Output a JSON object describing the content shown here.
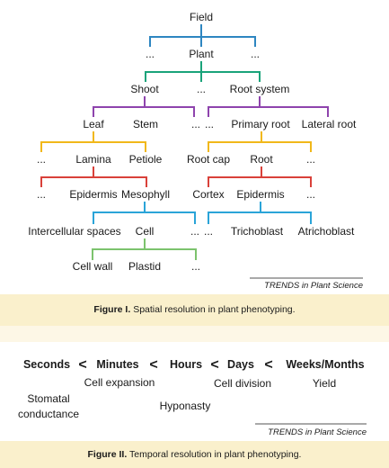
{
  "figure1": {
    "nodes": {
      "field": "Field",
      "plant_left": "...",
      "plant": "Plant",
      "plant_right": "...",
      "shoot": "Shoot",
      "plant_mid": "...",
      "root_system": "Root system",
      "leaf": "Leaf",
      "stem": "Stem",
      "shoot_extra": "...",
      "root_extra": "...",
      "primary_root": "Primary root",
      "lateral_root": "Lateral root",
      "leaf_left": "...",
      "lamina": "Lamina",
      "petiole": "Petiole",
      "root_cap": "Root cap",
      "root": "Root",
      "root_right": "...",
      "lamina_left": "...",
      "epidermis_leaf": "Epidermis",
      "mesophyll": "Mesophyll",
      "cortex": "Cortex",
      "epidermis_root": "Epidermis",
      "root_epi_right": "...",
      "intercellular_spaces": "Intercellular spaces",
      "cell": "Cell",
      "meso_extra": "...",
      "epi_extra": "...",
      "trichoblast": "Trichoblast",
      "atrichoblast": "Atrichoblast",
      "cell_wall": "Cell wall",
      "plastid": "Plastid",
      "cell_right": "..."
    },
    "colors": {
      "blue1": "#2e86c1",
      "green": "#1aa37a",
      "purple": "#8e44ad",
      "yellow": "#f1b81a",
      "red": "#d9413a",
      "cyan": "#2aa4d8",
      "lightgreen": "#7cc36d"
    },
    "credit": "TRENDS in Plant Science",
    "caption_label": "Figure I.",
    "caption_text": "Spatial resolution in plant phenotyping."
  },
  "figure2": {
    "scale": {
      "seconds": "Seconds",
      "lt1": "<",
      "minutes": "Minutes",
      "lt2": "<",
      "hours": "Hours",
      "lt3": "<",
      "days": "Days",
      "lt4": "<",
      "weeks": "Weeks/Months"
    },
    "events": {
      "cell_expansion": "Cell expansion",
      "cell_division": "Cell division",
      "yield": "Yield",
      "stomatal_1": "Stomatal",
      "stomatal_2": "conductance",
      "hyponasty": "Hyponasty"
    },
    "credit": "TRENDS in Plant Science",
    "caption_label": "Figure II.",
    "caption_text": "Temporal resolution in plant phenotyping."
  }
}
